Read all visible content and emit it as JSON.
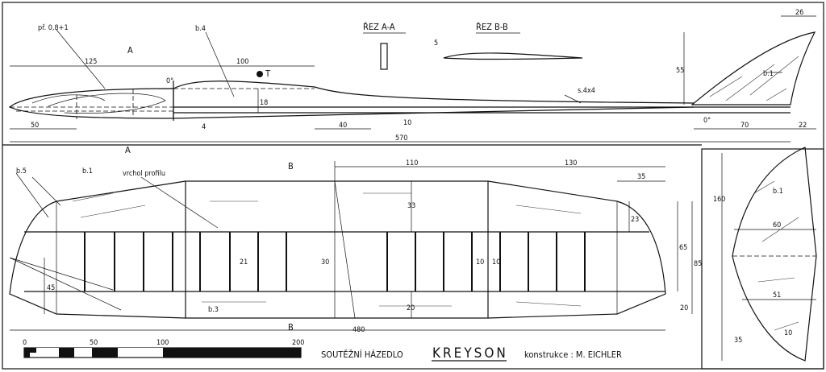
{
  "title": {
    "prefix": "SOUTĚŽNÍ HÁZEDLO",
    "name": "KREYSON",
    "author": "konstrukce :  M. EICHLER"
  },
  "side_view": {
    "material_nose": "př. 0,8+1",
    "material_pod": "b.4",
    "section_a": "A",
    "cg_mark": "T",
    "angle_wing": "0°",
    "angle_tail": "0°",
    "boom": "s.4x4",
    "fin_material": "b.1",
    "dims": {
      "d125": "125",
      "d100": "100",
      "d50": "50",
      "d18": "18",
      "d4": "4",
      "d40": "40",
      "d10": "10",
      "d570": "570",
      "d55": "55",
      "d26": "26",
      "d70": "70",
      "d22": "22"
    }
  },
  "sections": {
    "a_title": "ŘEZ A-A",
    "b_title": "ŘEZ B-B",
    "b_dim": "5"
  },
  "wing_plan": {
    "section_a": "A",
    "section_b": "B",
    "section_b2": "B",
    "b5": "b.5",
    "b1": "b.1",
    "b3": "b.3",
    "leading_note": "vrchol profilu",
    "dims": {
      "d110": "110",
      "d130": "130",
      "d35": "35",
      "d33": "33",
      "d23": "23",
      "d65": "65",
      "d85": "85",
      "d21": "21",
      "d30": "30",
      "d10a": "10",
      "d10b": "10",
      "d20a": "20",
      "d20b": "20",
      "d45": "45",
      "d480": "480"
    }
  },
  "stabilizer": {
    "material": "b.1",
    "dims": {
      "d160": "160",
      "d60": "60",
      "d51": "51",
      "d35": "35",
      "d10": "10"
    }
  },
  "scale_bar": {
    "labels": [
      "0",
      "50",
      "100",
      "200"
    ]
  }
}
